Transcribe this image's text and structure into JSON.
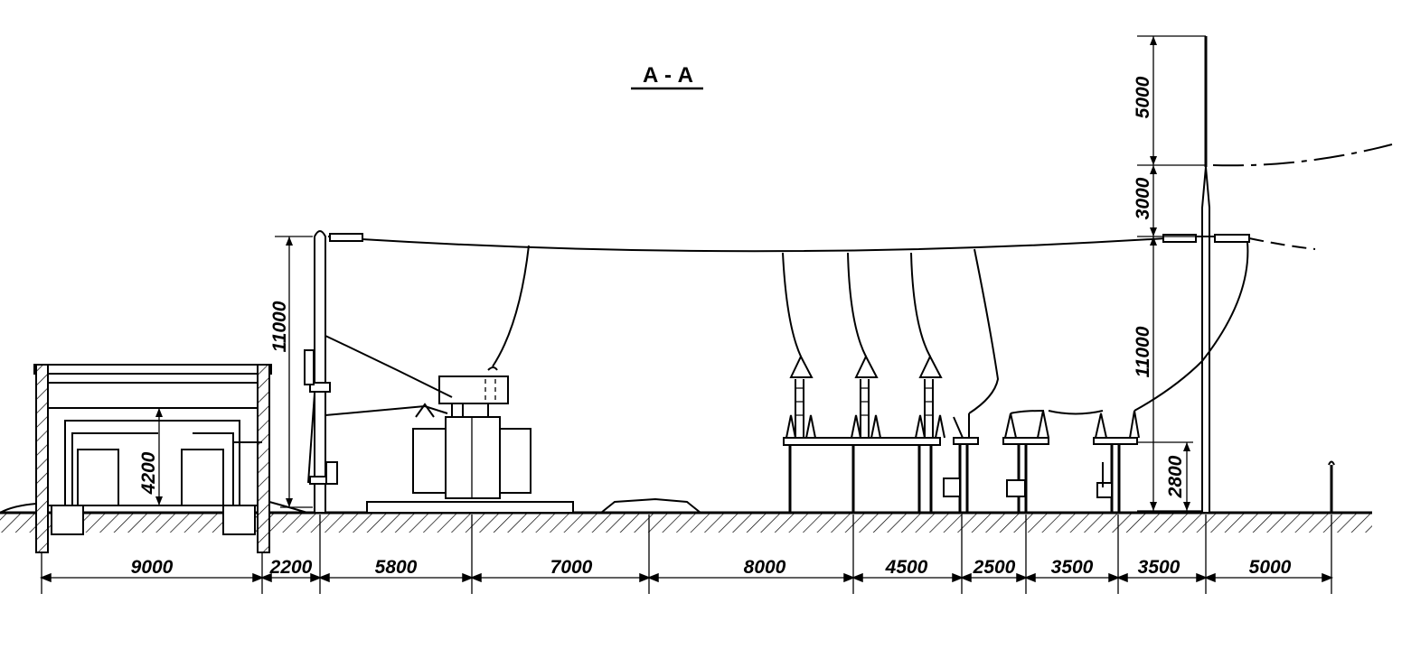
{
  "title": "А - А",
  "horizontal_dims": [
    {
      "label": "9000"
    },
    {
      "label": "2200"
    },
    {
      "label": "5800"
    },
    {
      "label": "7000"
    },
    {
      "label": "8000"
    },
    {
      "label": "4500"
    },
    {
      "label": "2500"
    },
    {
      "label": "3500"
    },
    {
      "label": "3500"
    },
    {
      "label": "5000"
    }
  ],
  "vertical_dims": {
    "left_height": "11000",
    "building_height": "4200",
    "right_top": "5000",
    "right_mid": "3000",
    "right_height": "11000",
    "right_low": "2800"
  },
  "colors": {
    "line": "#000000",
    "background": "#ffffff"
  }
}
